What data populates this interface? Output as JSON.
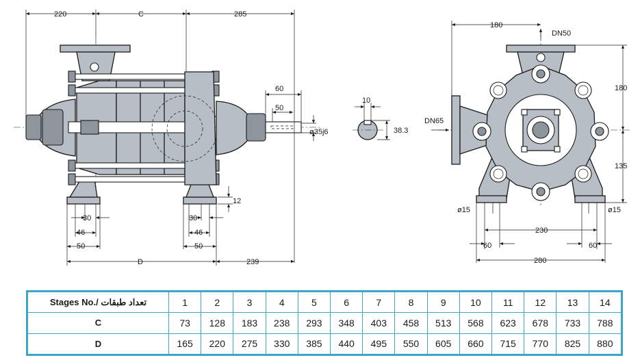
{
  "dimensions": {
    "top_220": "220",
    "top_c": "C",
    "top_285": "285",
    "d60": "60",
    "d50": "50",
    "shaft_dia": "ø35j6",
    "d12": "12",
    "foot30a": "30",
    "foot46a": "46",
    "foot50a": "50",
    "foot30b": "30",
    "foot46b": "46",
    "foot50b": "50",
    "bottom_d": "D",
    "bottom_239": "239",
    "key_10": "10",
    "key_38": "38.3",
    "r180": "180",
    "dn50": "DN50",
    "dn65": "DN65",
    "r180v": "180",
    "r135": "135",
    "hole_l": "ø15",
    "hole_r": "ø15",
    "r230": "230",
    "r60a": "60",
    "r60b": "60",
    "r280": "280"
  },
  "table": {
    "header_label": "Stages No./ تعداد طبقات",
    "stages": [
      "1",
      "2",
      "3",
      "4",
      "5",
      "6",
      "7",
      "8",
      "9",
      "10",
      "11",
      "12",
      "13",
      "14"
    ],
    "c_label": "C",
    "c_values": [
      "73",
      "128",
      "183",
      "238",
      "293",
      "348",
      "403",
      "458",
      "513",
      "568",
      "623",
      "678",
      "733",
      "788"
    ],
    "d_label": "D",
    "d_values": [
      "165",
      "220",
      "275",
      "330",
      "385",
      "440",
      "495",
      "550",
      "605",
      "660",
      "715",
      "770",
      "825",
      "880"
    ]
  }
}
